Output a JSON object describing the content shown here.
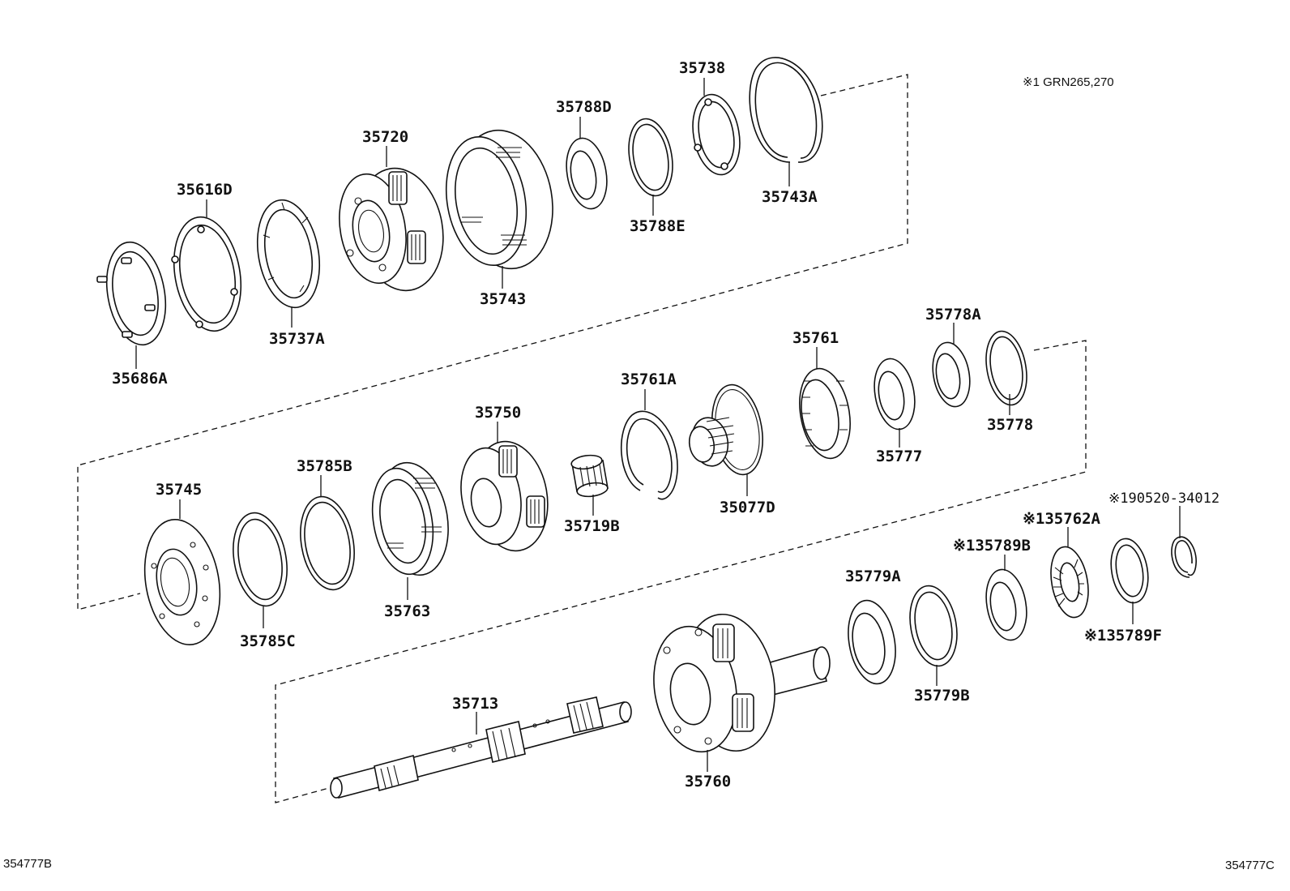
{
  "diagram": {
    "note": "※1  GRN265,270",
    "ref_left": "354777B",
    "ref_right": "354777C",
    "parts": {
      "p35686A": "35686A",
      "p35616D": "35616D",
      "p35737A": "35737A",
      "p35720": "35720",
      "p35743": "35743",
      "p35788D": "35788D",
      "p35788E": "35788E",
      "p35738": "35738",
      "p35743A": "35743A",
      "p35745": "35745",
      "p35785C": "35785C",
      "p35785B": "35785B",
      "p35763": "35763",
      "p35750": "35750",
      "p35719B": "35719B",
      "p35761A": "35761A",
      "p35077D": "35077D",
      "p35761": "35761",
      "p35777": "35777",
      "p35778A": "35778A",
      "p35778": "35778",
      "p35713": "35713",
      "p35760": "35760",
      "p35779A": "35779A",
      "p35779B": "35779B",
      "p35789B": "※135789B",
      "p35762A": "※135762A",
      "p35789F": "※135789F",
      "p90520": "※190520-34012"
    }
  }
}
